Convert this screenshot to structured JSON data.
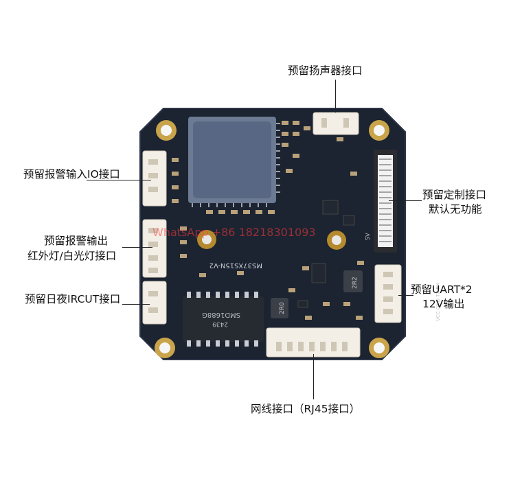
{
  "labels": {
    "speaker": "预留扬声器接口",
    "alarm_in": "预留报警输入IO接口",
    "alarm_out_1": "预留报警输出",
    "alarm_out_2": "红外灯/白光灯接口",
    "ircut": "预留日夜IRCUT接口",
    "custom_1": "预留定制接口",
    "custom_2": "默认无功能",
    "uart_1": "预留UART*2",
    "uart_2": "12V输出",
    "network": "网线接口（RJ45接口）"
  },
  "silkscreen": {
    "model": "MS37XS15N-V2",
    "transformer_line1": "2439",
    "transformer_line2": "SMD1688G",
    "inductor_1": "2R0",
    "inductor_2": "2R2",
    "fpc_mark": "5V",
    "uart_pins": "VCC GND TX RX"
  },
  "watermark": "WhatsApp +86 18218301093",
  "colors": {
    "board": "#1c2331",
    "pad_gold": "#c9a44a",
    "connector": "#f4efe6"
  }
}
